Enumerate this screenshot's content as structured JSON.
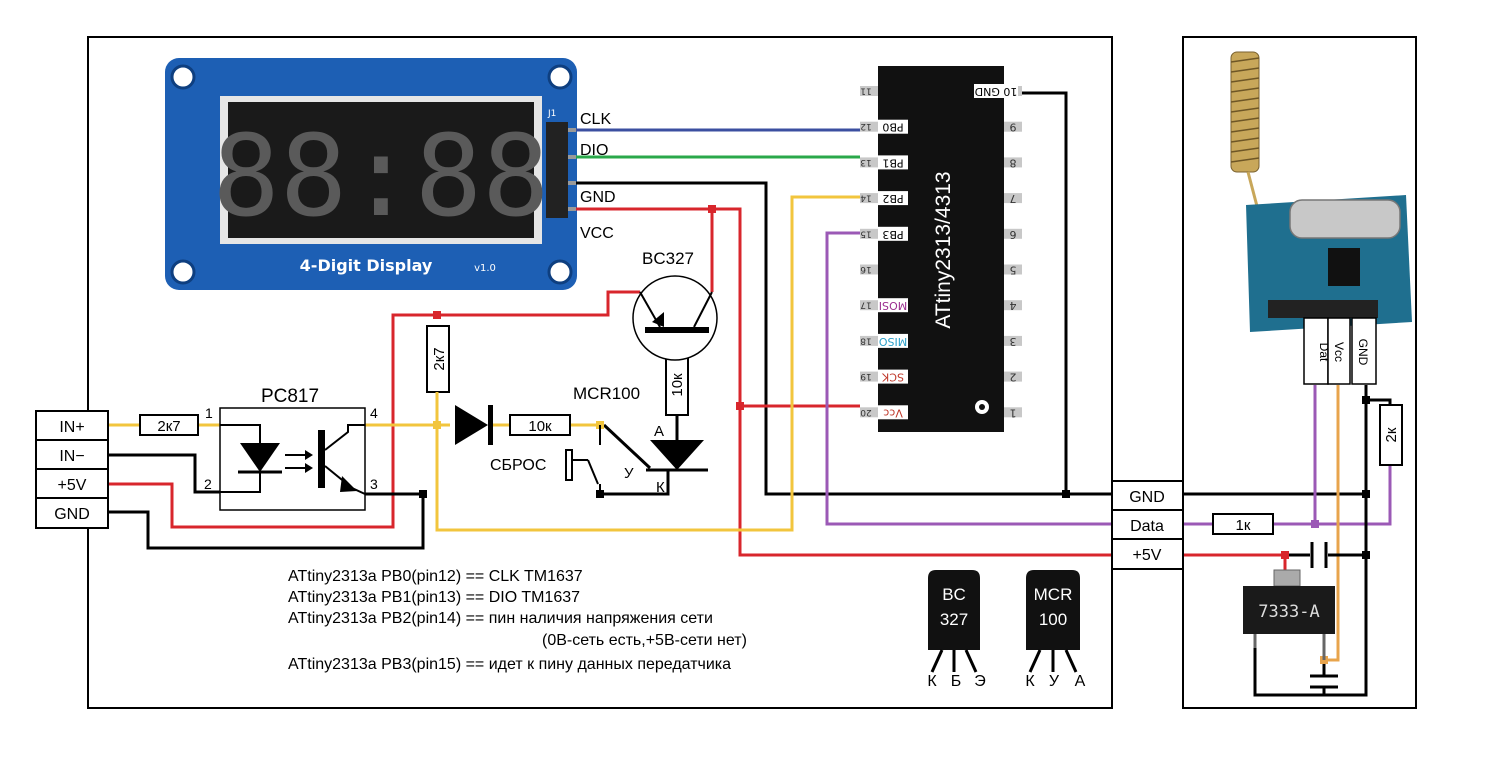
{
  "display": {
    "caption": "4-Digit Display",
    "version": "v1.0",
    "digits": "88:88",
    "header": "J1",
    "pins": [
      "CLK",
      "DIO",
      "GND",
      "VCC"
    ]
  },
  "mcu": {
    "name": "ATtiny2313/4313",
    "left_pins": [
      {
        "num": "11",
        "label": ""
      },
      {
        "num": "12",
        "label": "PB0"
      },
      {
        "num": "13",
        "label": "PB1"
      },
      {
        "num": "14",
        "label": "PB2"
      },
      {
        "num": "15",
        "label": "PB3"
      },
      {
        "num": "16",
        "label": ""
      },
      {
        "num": "17",
        "label": "MOSI"
      },
      {
        "num": "18",
        "label": "MISO"
      },
      {
        "num": "19",
        "label": "SCK"
      },
      {
        "num": "20",
        "label": "Vcc"
      }
    ],
    "right_pins": [
      "10 GND",
      "9",
      "8",
      "7",
      "6",
      "5",
      "4",
      "3",
      "2",
      "1"
    ]
  },
  "input_terminals": [
    "IN+",
    "IN−",
    "+5V",
    "GND"
  ],
  "optocoupler": {
    "name": "PC817",
    "pin1": "1",
    "pin2": "2",
    "pin3": "3",
    "pin4": "4"
  },
  "resistors": {
    "r_in": "2к7",
    "r_pullup": "2к7",
    "r_diode": "10к",
    "r_base": "10к",
    "r_tx": "1к",
    "r_gnd": "2к"
  },
  "transistor": "BC327",
  "thyristor": {
    "name": "MCR100",
    "anode": "А",
    "gate": "У",
    "cathode": "К"
  },
  "reset_label": "СБРОС",
  "bus_labels": [
    "GND",
    "Data",
    "+5V"
  ],
  "tx_pins": [
    "Dat",
    "Vcc",
    "GND"
  ],
  "regulator": "7333-A",
  "notes": [
    "ATtiny2313a PB0(pin12) == CLK TM1637",
    "ATtiny2313a PB1(pin13) == DIO TM1637",
    "ATtiny2313a PB2(pin14) == пин наличия напряжения сети",
    "(0В-сеть есть,+5В-сети нет)",
    "ATtiny2313a PB3(pin15) == идет к пину данных передатчика"
  ],
  "package_bc327": {
    "line1": "BC",
    "line2": "327",
    "legs": [
      "К",
      "Б",
      "Э"
    ]
  },
  "package_mcr100": {
    "line1": "MCR",
    "line2": "100",
    "legs": [
      "К",
      "У",
      "А"
    ]
  },
  "colors": {
    "clk": "#3b4fa0",
    "dio": "#2aa84a",
    "gnd": "#000000",
    "vcc": "#d8262c",
    "pb2": "#f2c53d",
    "pb3": "#9b59b6",
    "tx_vcc": "#e8a44c"
  }
}
